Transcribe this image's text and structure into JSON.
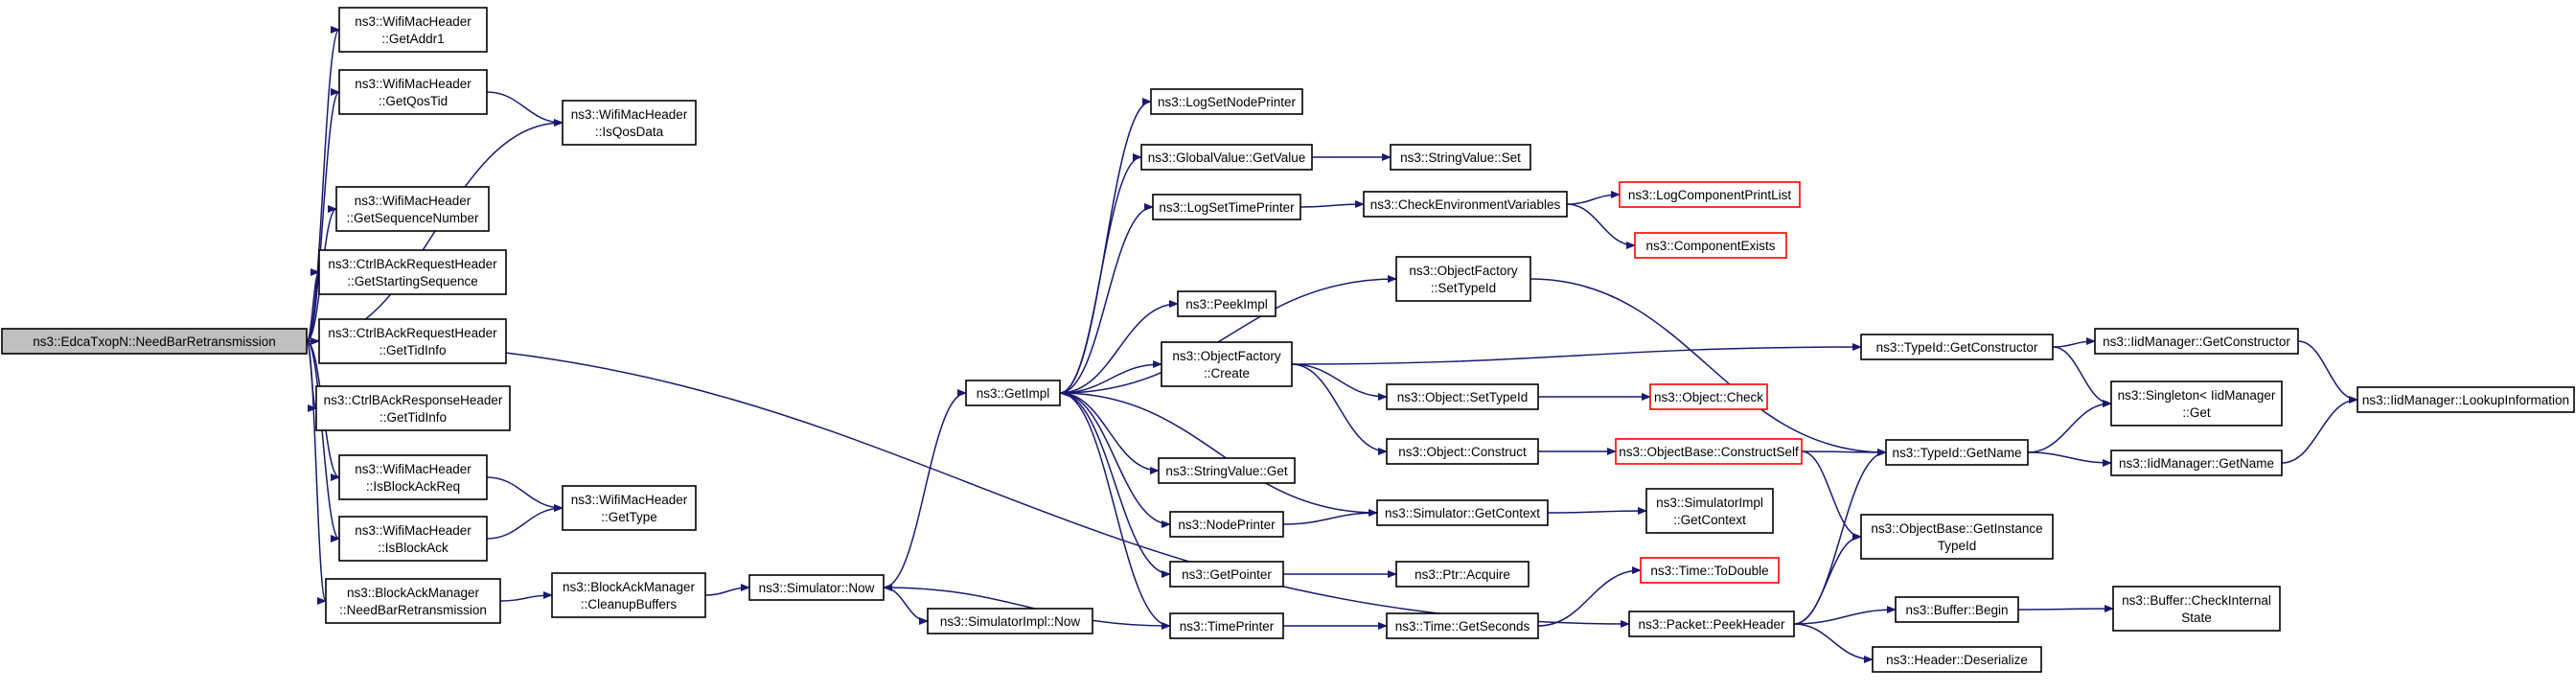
{
  "graph": {
    "colors": {
      "edge": "#191970",
      "truncated_border": "#ff0000",
      "root_fill": "#bfbfbf"
    },
    "nodes": [
      {
        "id": "root",
        "lines": [
          "ns3::EdcaTxopN::NeedBarRetransmission"
        ],
        "root": true
      },
      {
        "id": "wmh_getaddr1",
        "lines": [
          "ns3::WifiMacHeader",
          "::GetAddr1"
        ]
      },
      {
        "id": "wmh_getqostid",
        "lines": [
          "ns3::WifiMacHeader",
          "::GetQosTid"
        ]
      },
      {
        "id": "wmh_isqosdata",
        "lines": [
          "ns3::WifiMacHeader",
          "::IsQosData"
        ]
      },
      {
        "id": "wmh_getseq",
        "lines": [
          "ns3::WifiMacHeader",
          "::GetSequenceNumber"
        ]
      },
      {
        "id": "cbar_getstartseq",
        "lines": [
          "ns3::CtrlBAckRequestHeader",
          "::GetStartingSequence"
        ]
      },
      {
        "id": "cbar_gettidinfo",
        "lines": [
          "ns3::CtrlBAckRequestHeader",
          "::GetTidInfo"
        ]
      },
      {
        "id": "cbresp_gettidinfo",
        "lines": [
          "ns3::CtrlBAckResponseHeader",
          "::GetTidInfo"
        ]
      },
      {
        "id": "wmh_isblockackreq",
        "lines": [
          "ns3::WifiMacHeader",
          "::IsBlockAckReq"
        ]
      },
      {
        "id": "wmh_gettype",
        "lines": [
          "ns3::WifiMacHeader",
          "::GetType"
        ]
      },
      {
        "id": "wmh_isblockack",
        "lines": [
          "ns3::WifiMacHeader",
          "::IsBlockAck"
        ]
      },
      {
        "id": "bam_needbar",
        "lines": [
          "ns3::BlockAckManager",
          "::NeedBarRetransmission"
        ]
      },
      {
        "id": "bam_cleanup",
        "lines": [
          "ns3::BlockAckManager",
          "::CleanupBuffers"
        ]
      },
      {
        "id": "sim_now",
        "lines": [
          "ns3::Simulator::Now"
        ]
      },
      {
        "id": "simimpl_now",
        "lines": [
          "ns3::SimulatorImpl::Now"
        ]
      },
      {
        "id": "getimpl",
        "lines": [
          "ns3::GetImpl"
        ]
      },
      {
        "id": "logsetnodeprinter",
        "lines": [
          "ns3::LogSetNodePrinter"
        ]
      },
      {
        "id": "globalvalue_getvalue",
        "lines": [
          "ns3::GlobalValue::GetValue"
        ]
      },
      {
        "id": "stringvalue_set",
        "lines": [
          "ns3::StringValue::Set"
        ]
      },
      {
        "id": "logsettimeprinter",
        "lines": [
          "ns3::LogSetTimePrinter"
        ]
      },
      {
        "id": "checkenv",
        "lines": [
          "ns3::CheckEnvironmentVariables"
        ]
      },
      {
        "id": "logcompprintlist",
        "lines": [
          "ns3::LogComponentPrintList"
        ],
        "truncated": true
      },
      {
        "id": "compexists",
        "lines": [
          "ns3::ComponentExists"
        ],
        "truncated": true
      },
      {
        "id": "objfactory_settypeid",
        "lines": [
          "ns3::ObjectFactory",
          "::SetTypeId"
        ]
      },
      {
        "id": "peekimpl",
        "lines": [
          "ns3::PeekImpl"
        ]
      },
      {
        "id": "objfactory_create",
        "lines": [
          "ns3::ObjectFactory",
          "::Create"
        ]
      },
      {
        "id": "typeid_getconstructor",
        "lines": [
          "ns3::TypeId::GetConstructor"
        ]
      },
      {
        "id": "iidmgr_getconstructor",
        "lines": [
          "ns3::IidManager::GetConstructor"
        ]
      },
      {
        "id": "iidmgr_lookup",
        "lines": [
          "ns3::IidManager::LookupInformation"
        ]
      },
      {
        "id": "singleton_get",
        "lines": [
          "ns3::Singleton< IidManager",
          "::Get"
        ]
      },
      {
        "id": "object_settypeid",
        "lines": [
          "ns3::Object::SetTypeId"
        ]
      },
      {
        "id": "object_check",
        "lines": [
          "ns3::Object::Check"
        ],
        "truncated": true
      },
      {
        "id": "object_construct",
        "lines": [
          "ns3::Object::Construct"
        ]
      },
      {
        "id": "objbase_constructself",
        "lines": [
          "ns3::ObjectBase::ConstructSelf"
        ],
        "truncated": true
      },
      {
        "id": "typeid_getname",
        "lines": [
          "ns3::TypeId::GetName"
        ]
      },
      {
        "id": "iidmgr_getname",
        "lines": [
          "ns3::IidManager::GetName"
        ]
      },
      {
        "id": "stringvalue_get",
        "lines": [
          "ns3::StringValue::Get"
        ]
      },
      {
        "id": "nodeprinter",
        "lines": [
          "ns3::NodePrinter"
        ]
      },
      {
        "id": "sim_getcontext",
        "lines": [
          "ns3::Simulator::GetContext"
        ]
      },
      {
        "id": "simimpl_getcontext",
        "lines": [
          "ns3::SimulatorImpl",
          "::GetContext"
        ]
      },
      {
        "id": "objbase_getinstancetypeid",
        "lines": [
          "ns3::ObjectBase::GetInstance",
          "TypeId"
        ]
      },
      {
        "id": "getpointer",
        "lines": [
          "ns3::GetPointer"
        ]
      },
      {
        "id": "ptr_acquire",
        "lines": [
          "ns3::Ptr::Acquire"
        ]
      },
      {
        "id": "time_todouble",
        "lines": [
          "ns3::Time::ToDouble"
        ],
        "truncated": true
      },
      {
        "id": "timeprinter",
        "lines": [
          "ns3::TimePrinter"
        ]
      },
      {
        "id": "time_getseconds",
        "lines": [
          "ns3::Time::GetSeconds"
        ]
      },
      {
        "id": "packet_peekheader",
        "lines": [
          "ns3::Packet::PeekHeader"
        ]
      },
      {
        "id": "buffer_begin",
        "lines": [
          "ns3::Buffer::Begin"
        ]
      },
      {
        "id": "buffer_checkinternal",
        "lines": [
          "ns3::Buffer::CheckInternal",
          "State"
        ]
      },
      {
        "id": "header_deserialize",
        "lines": [
          "ns3::Header::Deserialize"
        ]
      }
    ],
    "edges": [
      [
        "root",
        "wmh_getaddr1"
      ],
      [
        "root",
        "wmh_getqostid"
      ],
      [
        "root",
        "wmh_isqosdata"
      ],
      [
        "root",
        "wmh_getseq"
      ],
      [
        "root",
        "cbar_getstartseq"
      ],
      [
        "root",
        "cbar_gettidinfo"
      ],
      [
        "root",
        "cbresp_gettidinfo"
      ],
      [
        "root",
        "wmh_isblockackreq"
      ],
      [
        "root",
        "wmh_isblockack"
      ],
      [
        "root",
        "bam_needbar"
      ],
      [
        "root",
        "packet_peekheader"
      ],
      [
        "wmh_getqostid",
        "wmh_isqosdata"
      ],
      [
        "wmh_isblockackreq",
        "wmh_gettype"
      ],
      [
        "wmh_isblockack",
        "wmh_gettype"
      ],
      [
        "bam_needbar",
        "bam_cleanup"
      ],
      [
        "bam_cleanup",
        "sim_now"
      ],
      [
        "sim_now",
        "getimpl"
      ],
      [
        "sim_now",
        "simimpl_now"
      ],
      [
        "getimpl",
        "logsetnodeprinter"
      ],
      [
        "getimpl",
        "globalvalue_getvalue"
      ],
      [
        "getimpl",
        "logsettimeprinter"
      ],
      [
        "getimpl",
        "objfactory_settypeid"
      ],
      [
        "getimpl",
        "peekimpl"
      ],
      [
        "getimpl",
        "objfactory_create"
      ],
      [
        "getimpl",
        "stringvalue_get"
      ],
      [
        "getimpl",
        "nodeprinter"
      ],
      [
        "getimpl",
        "getpointer"
      ],
      [
        "getimpl",
        "timeprinter"
      ],
      [
        "globalvalue_getvalue",
        "stringvalue_set"
      ],
      [
        "logsettimeprinter",
        "checkenv"
      ],
      [
        "checkenv",
        "logcompprintlist"
      ],
      [
        "checkenv",
        "compexists"
      ],
      [
        "objfactory_settypeid",
        "typeid_getname"
      ],
      [
        "objfactory_create",
        "typeid_getconstructor"
      ],
      [
        "objfactory_create",
        "object_settypeid"
      ],
      [
        "objfactory_create",
        "object_construct"
      ],
      [
        "typeid_getconstructor",
        "iidmgr_getconstructor"
      ],
      [
        "typeid_getconstructor",
        "singleton_get"
      ],
      [
        "iidmgr_getconstructor",
        "iidmgr_lookup"
      ],
      [
        "object_settypeid",
        "object_check"
      ],
      [
        "object_construct",
        "objbase_constructself"
      ],
      [
        "objbase_constructself",
        "typeid_getname"
      ],
      [
        "objbase_constructself",
        "objbase_getinstancetypeid"
      ],
      [
        "typeid_getname",
        "singleton_get"
      ],
      [
        "typeid_getname",
        "iidmgr_getname"
      ],
      [
        "iidmgr_getname",
        "iidmgr_lookup"
      ],
      [
        "nodeprinter",
        "sim_getcontext"
      ],
      [
        "sim_getcontext",
        "getimpl"
      ],
      [
        "sim_getcontext",
        "simimpl_getcontext"
      ],
      [
        "getpointer",
        "ptr_acquire"
      ],
      [
        "timeprinter",
        "sim_now"
      ],
      [
        "timeprinter",
        "time_getseconds"
      ],
      [
        "time_getseconds",
        "time_todouble"
      ],
      [
        "packet_peekheader",
        "typeid_getname"
      ],
      [
        "packet_peekheader",
        "objbase_getinstancetypeid"
      ],
      [
        "packet_peekheader",
        "buffer_begin"
      ],
      [
        "packet_peekheader",
        "header_deserialize"
      ],
      [
        "buffer_begin",
        "buffer_checkinternal"
      ]
    ]
  }
}
